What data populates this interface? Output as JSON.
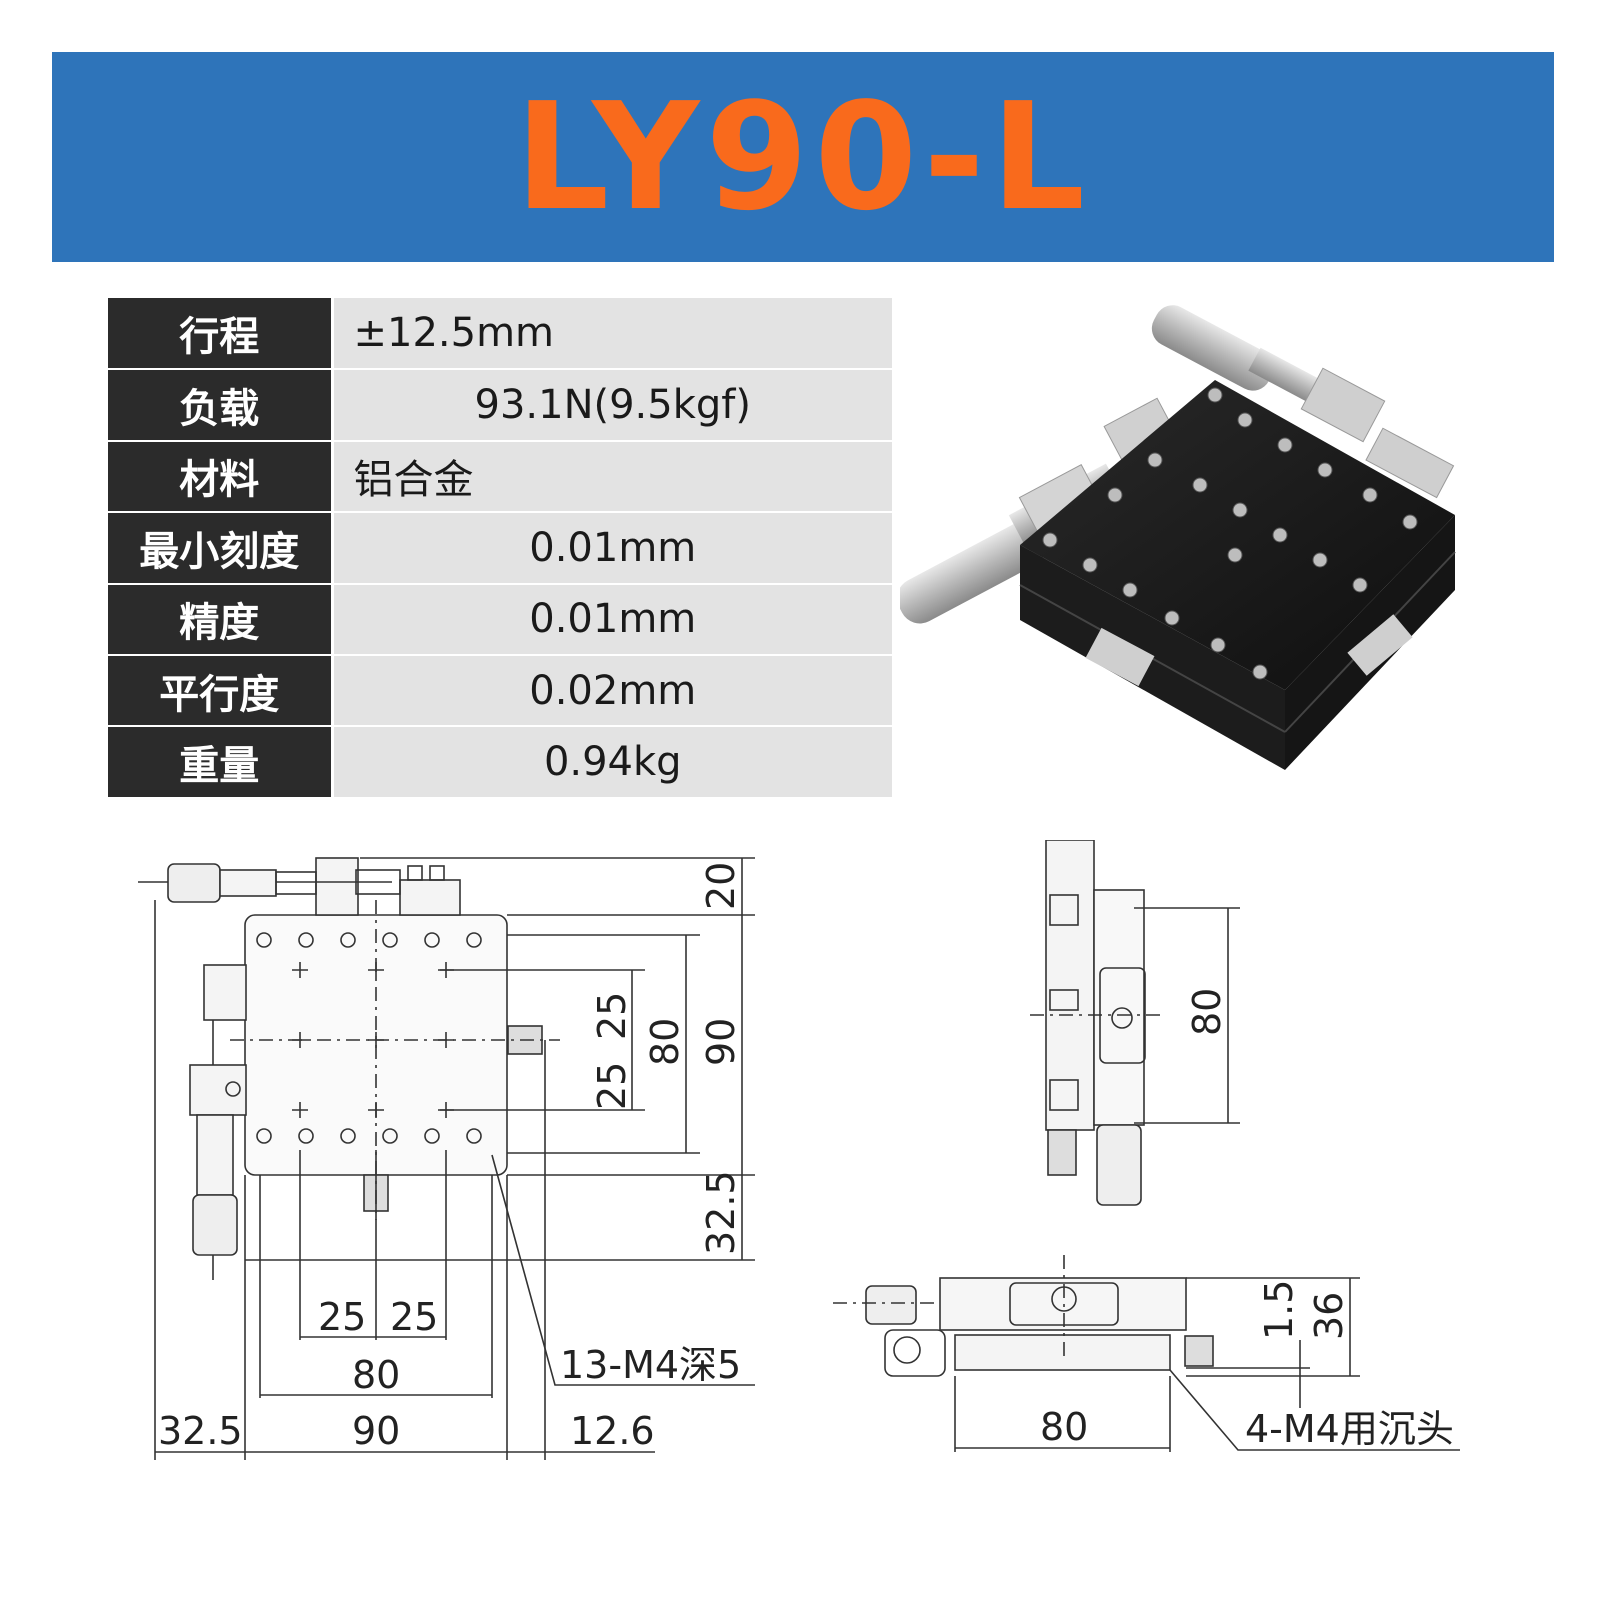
{
  "banner": {
    "title": "LY90-L"
  },
  "specs": [
    {
      "label": "行程",
      "value": "±12.5mm",
      "align": "left"
    },
    {
      "label": "负载",
      "value": "93.1N(9.5kgf)",
      "align": "center"
    },
    {
      "label": "材料",
      "value": "铝合金",
      "align": "left"
    },
    {
      "label": "最小刻度",
      "value": "0.01mm",
      "align": "center"
    },
    {
      "label": "精度",
      "value": "0.01mm",
      "align": "center"
    },
    {
      "label": "平行度",
      "value": "0.02mm",
      "align": "center"
    },
    {
      "label": "重量",
      "value": "0.94kg",
      "align": "center"
    }
  ],
  "drawing": {
    "top_view": {
      "dim_top_offset": "20",
      "dim_inner_25a": "25",
      "dim_inner_25b": "25",
      "dim_inner_80": "80",
      "dim_outer_90": "90",
      "dim_bottom_offset": "32.5",
      "dim_h_25a": "25",
      "dim_h_25b": "25",
      "dim_h_80": "80",
      "dim_h_90": "90",
      "dim_left_offset": "32.5",
      "dim_right_offset": "12.6",
      "callout_holes": "13-M4深5"
    },
    "side_view": {
      "dim_80": "80"
    },
    "front_view": {
      "dim_80": "80",
      "dim_1_5": "1.5",
      "dim_36": "36",
      "callout_mount": "4-M4用沉头"
    }
  }
}
